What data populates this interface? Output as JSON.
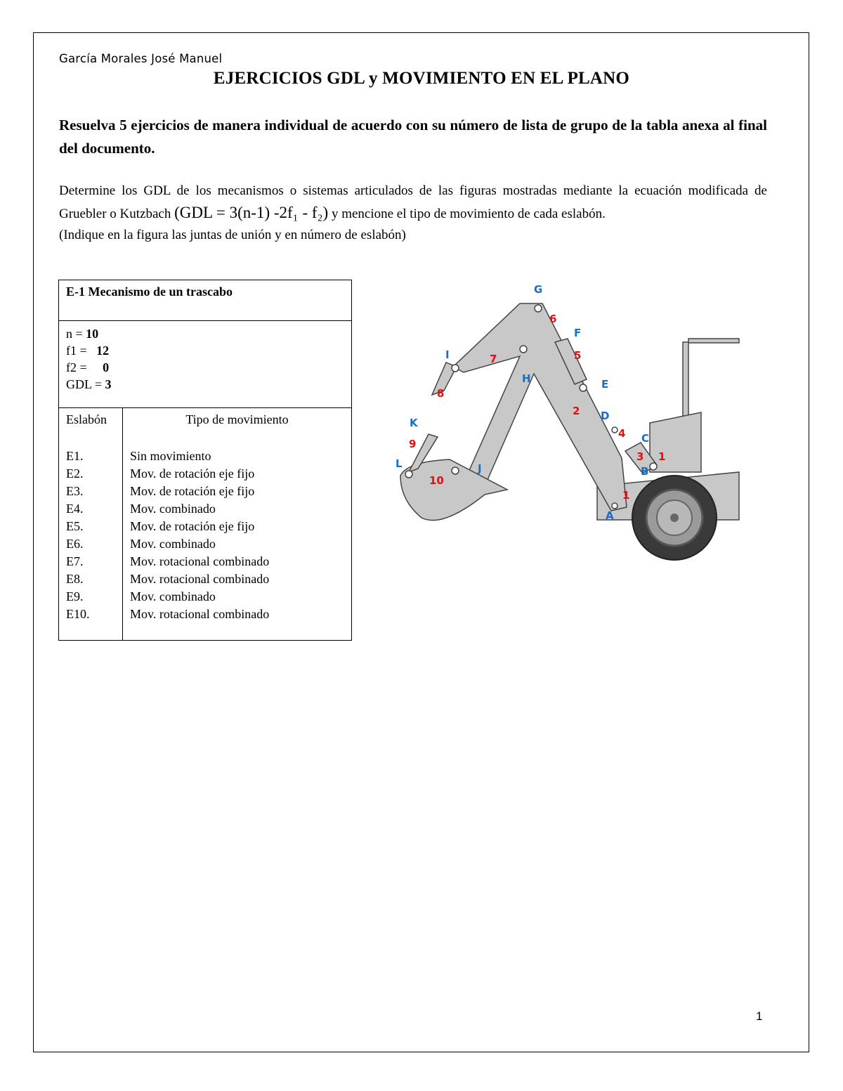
{
  "header": {
    "author": "García Morales José Manuel",
    "title": "EJERCICIOS GDL y MOVIMIENTO EN EL PLANO"
  },
  "instructions": "Resuelva 5 ejercicios de manera individual de acuerdo con su número de lista de grupo de la tabla anexa al final del documento.",
  "paragraph": {
    "before": "Determine los GDL de los mecanismos o sistemas articulados de las figuras mostradas mediante la ecuación modificada de Gruebler o Kutzbach ",
    "formula": "(GDL = 3(n-1) -2f₁ - f₂)",
    "after": " y mencione el tipo de movimiento de cada eslabón.",
    "note": "(Indique en la figura las juntas de unión y en número de eslabón)"
  },
  "exercise": {
    "title": "E-1 Mecanismo de un trascabo",
    "n_label": "n = ",
    "n_value": "10",
    "f1_label": "f1 = ",
    "f1_value": "12",
    "f2_label": "f2 = ",
    "f2_value": "0",
    "gdl_label": "GDL = ",
    "gdl_value": "3",
    "col_link": "Eslabón",
    "col_motion": "Tipo de movimiento",
    "rows": [
      {
        "link": "E1.",
        "motion": "Sin movimiento"
      },
      {
        "link": "E2.",
        "motion": "Mov. de rotación eje fijo"
      },
      {
        "link": "E3.",
        "motion": "Mov. de rotación eje fijo"
      },
      {
        "link": "E4.",
        "motion": "Mov. combinado"
      },
      {
        "link": "E5.",
        "motion": "Mov. de rotación eje fijo"
      },
      {
        "link": "E6.",
        "motion": "Mov. combinado"
      },
      {
        "link": "E7.",
        "motion": "Mov. rotacional combinado"
      },
      {
        "link": "E8.",
        "motion": "Mov. rotacional combinado"
      },
      {
        "link": "E9.",
        "motion": "Mov. combinado"
      },
      {
        "link": "E10.",
        "motion": "Mov. rotacional combinado"
      }
    ]
  },
  "figure": {
    "joint_labels": [
      "G",
      "F",
      "I",
      "H",
      "E",
      "D",
      "K",
      "C",
      "L",
      "J",
      "B",
      "A"
    ],
    "link_labels": [
      "6",
      "7",
      "5",
      "8",
      "2",
      "4",
      "9",
      "3",
      "1",
      "10",
      "1"
    ],
    "colors": {
      "joint": "#1a6fc4",
      "link": "#e01010",
      "body": "#c8c8c8"
    }
  },
  "page_number": "1"
}
